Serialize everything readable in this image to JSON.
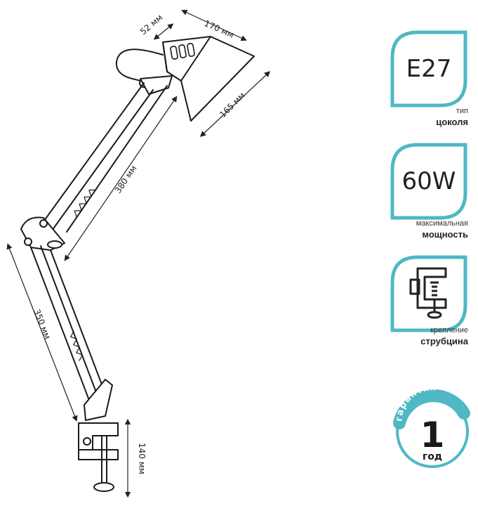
{
  "dimensions": {
    "width": "170 мм",
    "head": "52 мм",
    "shade": "165 мм",
    "upper_arm": "380 мм",
    "lower_arm": "350 мм",
    "clamp": "140 мм"
  },
  "features": [
    {
      "value": "E27",
      "label_small": "тип",
      "label_big": "цоколя"
    },
    {
      "value": "60W",
      "label_small": "максимальная",
      "label_big": "мощность"
    },
    {
      "value": "",
      "label_small": "крепление",
      "label_big": "струбцина",
      "icon": "clamp-icon"
    }
  ],
  "warranty": {
    "arc_text": "гарантия",
    "years": "1",
    "unit": "год"
  },
  "colors": {
    "accent": "#4fb8c4",
    "line": "#1a1a1a"
  }
}
